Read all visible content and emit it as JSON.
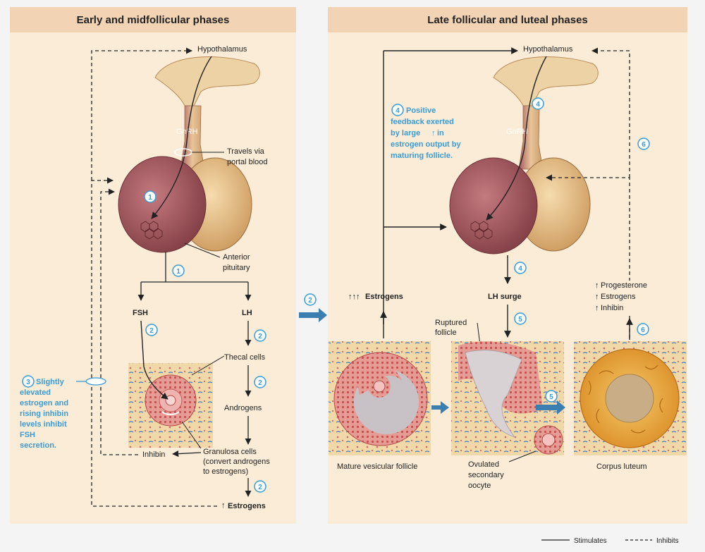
{
  "left_panel": {
    "title": "Early and midfollicular phases",
    "hypothalamus": "Hypothalamus",
    "gnrh": "GnRH",
    "travels_via_portal_blood": [
      "Travels via",
      "portal blood"
    ],
    "anterior_pituitary": [
      "Anterior",
      "pituitary"
    ],
    "fsh": "FSH",
    "lh": "LH",
    "thecal_cells": "Thecal cells",
    "androgens": "Androgens",
    "granulosa_cells": [
      "Granulosa cells",
      "(convert androgens",
      "to estrogens)"
    ],
    "inhibin": "Inhibin",
    "estrogens": "Estrogens",
    "note_3": [
      "Slightly",
      "elevated",
      "estrogen and",
      "rising inhibin",
      "levels inhibit",
      "FSH",
      "secretion."
    ]
  },
  "right_panel": {
    "title": "Late follicular and luteal phases",
    "hypothalamus": "Hypothalamus",
    "gnrh": "GnRH",
    "note_4": [
      "Positive",
      "feedback exerted",
      "by large",
      "in",
      "estrogen output by",
      "maturing follicle."
    ],
    "estrogens": "Estrogens",
    "lh_surge": "LH surge",
    "ruptured_follicle": [
      "Ruptured",
      "follicle"
    ],
    "progesterone": "Progesterone",
    "estrogens_2": "Estrogens",
    "inhibin": "Inhibin",
    "mature_vesicular_follicle": "Mature vesicular follicle",
    "ovulated_oocyte": [
      "Ovulated",
      "secondary",
      "oocyte"
    ],
    "corpus_luteum": "Corpus luteum"
  },
  "steps": {
    "s1": "1",
    "s2": "2",
    "s3": "3",
    "s4": "4",
    "s5": "5",
    "s6": "6"
  },
  "legend": {
    "stimulates": "Stimulates",
    "inhibits": "Inhibits"
  },
  "colors": {
    "panel_bg": "#fbecd7",
    "header_bg": "#f2d4b4",
    "step_blue": "#3a9bd5",
    "arrow_blue": "#3a7fb0",
    "pituitary_anterior": "#a0545c",
    "pituitary_posterior": "#e8c08a",
    "follicle_pink": "#e38a8a",
    "corpus_luteum": "#e6a13a"
  }
}
